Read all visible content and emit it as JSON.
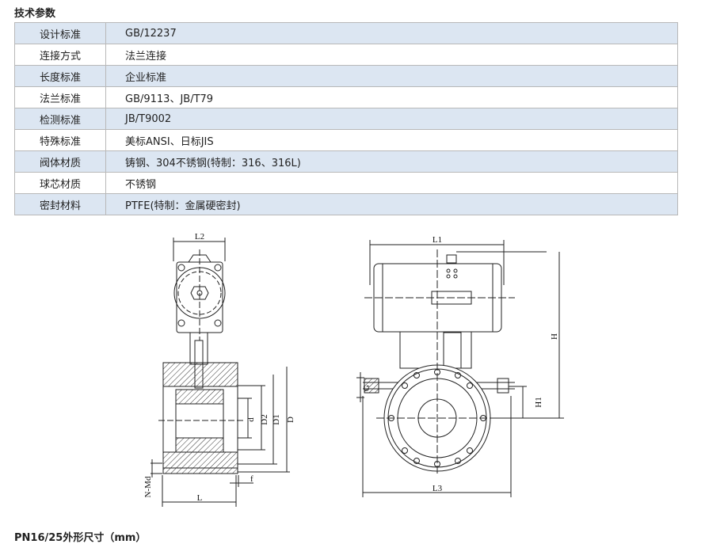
{
  "section_title": "技术参数",
  "spec_rows": [
    {
      "label": "设计标准",
      "value": "GB/12237"
    },
    {
      "label": "连接方式",
      "value": "法兰连接"
    },
    {
      "label": "长度标准",
      "value": "企业标准"
    },
    {
      "label": "法兰标准",
      "value": "GB/9113、JB/T79"
    },
    {
      "label": "检测标准",
      "value": "JB/T9002"
    },
    {
      "label": "特殊标准",
      "value": "美标ANSI、日标JIS"
    },
    {
      "label": "阀体材质",
      "value": "铸钢、304不锈钢(特制：316、316L)"
    },
    {
      "label": "球芯材质",
      "value": "不锈钢"
    },
    {
      "label": "密封材料",
      "value": "PTFE(特制：金属硬密封)"
    }
  ],
  "drawing_labels": {
    "L2": "L2",
    "L1": "L1",
    "H": "H",
    "H1": "H1",
    "G": "G",
    "d": "d",
    "D2": "D2",
    "D1": "D1",
    "D": "D",
    "f": "f",
    "NMd": "N-Md",
    "L": "L",
    "L3": "L3"
  },
  "dimensions_title": "PN16/25外形尺寸（mm）"
}
